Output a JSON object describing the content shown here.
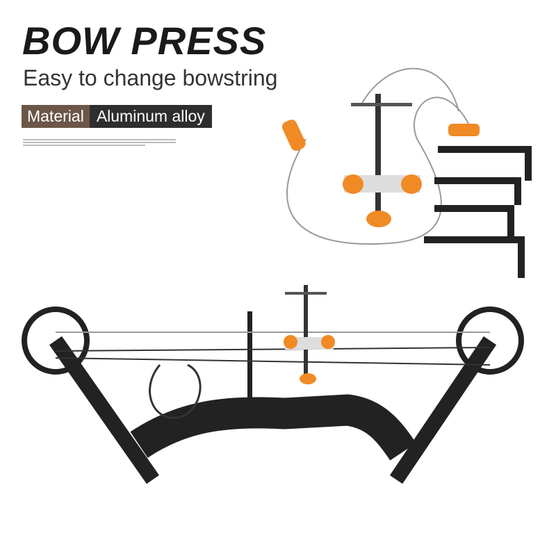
{
  "header": {
    "title": "BOW PRESS",
    "subtitle": "Easy to change bowstring"
  },
  "spec": {
    "label": "Material",
    "value": "Aluminum alloy"
  },
  "colors": {
    "label_bg": "#6b5647",
    "value_bg": "#2e2e2e",
    "accent_orange": "#f08a24",
    "bow_black": "#222222"
  }
}
